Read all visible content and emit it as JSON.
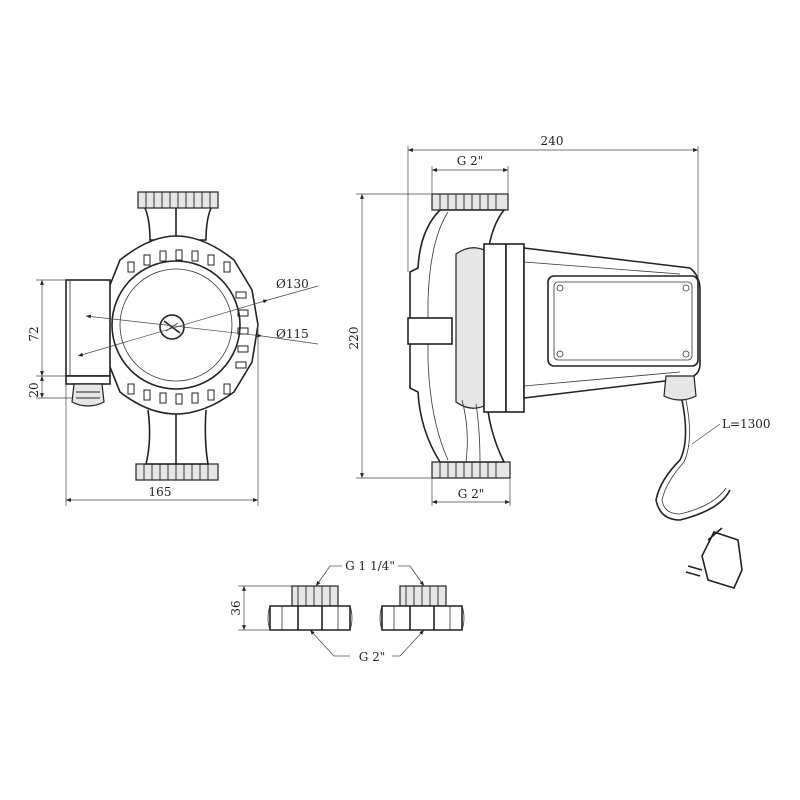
{
  "front_view": {
    "dimensions": {
      "height_upper": "72",
      "height_lower": "20",
      "width": "165",
      "diameter_outer": "Ø130",
      "diameter_inner": "Ø115"
    }
  },
  "side_view": {
    "dimensions": {
      "length": "240",
      "height": "220",
      "thread_top": "G 2\"",
      "thread_bottom": "G 2\""
    },
    "cable_length": "L=1300"
  },
  "fittings": {
    "height": "36",
    "thread_inner": "G 1 1/4\"",
    "thread_outer": "G 2\""
  },
  "colors": {
    "line": "#222222",
    "background": "#ffffff",
    "shade": "#e6e6e6"
  }
}
